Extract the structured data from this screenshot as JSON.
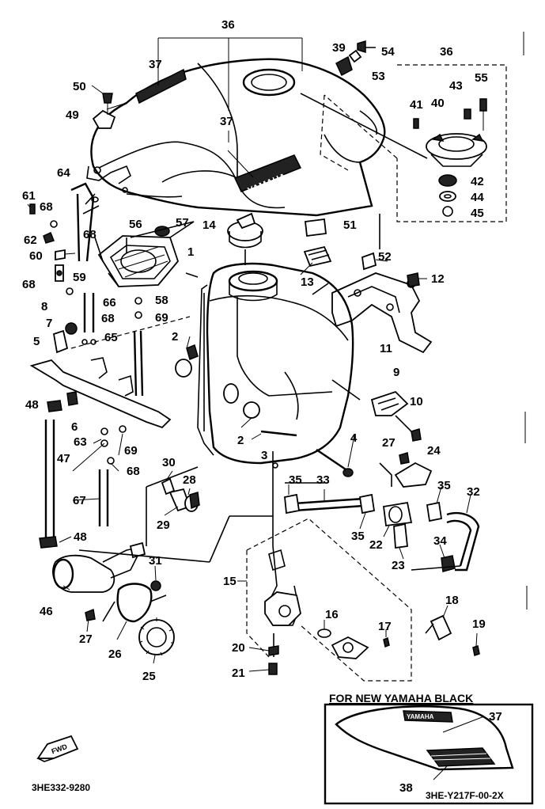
{
  "diagram": {
    "part_numbers": [
      "36",
      "37",
      "50",
      "49",
      "54",
      "53",
      "39",
      "36",
      "43",
      "55",
      "41",
      "40",
      "37",
      "42",
      "44",
      "45",
      "64",
      "61",
      "68",
      "68",
      "62",
      "60",
      "59",
      "56",
      "57",
      "14",
      "51",
      "52",
      "13",
      "12",
      "1",
      "68",
      "58",
      "66",
      "8",
      "68",
      "69",
      "7",
      "65",
      "2",
      "5",
      "11",
      "48",
      "6",
      "9",
      "10",
      "2",
      "3",
      "4",
      "27",
      "24",
      "63",
      "69",
      "47",
      "30",
      "68",
      "28",
      "35",
      "33",
      "35",
      "32",
      "67",
      "29",
      "35",
      "22",
      "48",
      "34",
      "31",
      "23",
      "15",
      "46",
      "18",
      "16",
      "19",
      "27",
      "26",
      "17",
      "20",
      "25",
      "21"
    ],
    "inset_title": "FOR NEW YAMAHA BLACK",
    "inset_labels": [
      "37",
      "38"
    ],
    "inset_code": "3HE-Y217F-00-2X",
    "drawing_code": "3HE332-9280",
    "fwd_label": "FWD",
    "tank_logo": "YAMAHA",
    "inset_logo": "YAMAHA"
  }
}
